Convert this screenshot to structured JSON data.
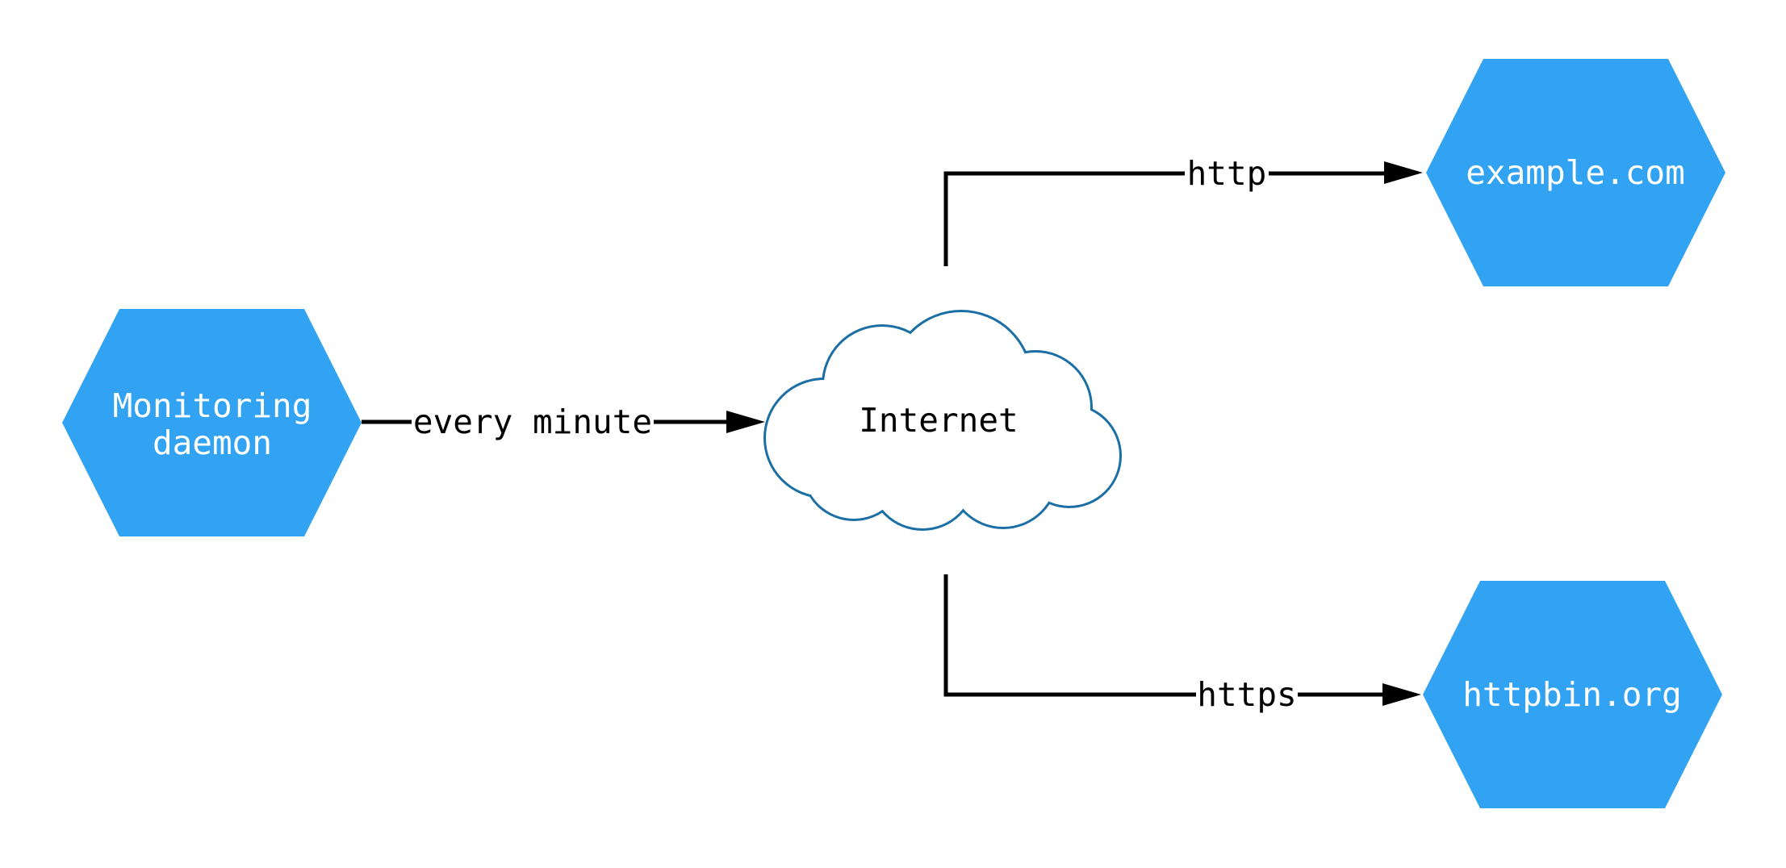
{
  "diagram": {
    "type": "network-monitoring-topology",
    "background_color": "#ffffff",
    "nodes": {
      "monitoring_daemon": {
        "label": "Monitoring daemon",
        "lines": [
          "Monitoring",
          "daemon"
        ],
        "shape": "hexagon",
        "fill": "#31a3f2",
        "text_color": "#ffffff"
      },
      "internet": {
        "label": "Internet",
        "shape": "cloud",
        "fill": "#ffffff",
        "stroke": "#1b6fa5",
        "text_color": "#000000"
      },
      "example_com": {
        "label": "example.com",
        "shape": "hexagon",
        "fill": "#31a3f2",
        "text_color": "#ffffff"
      },
      "httpbin_org": {
        "label": "httpbin.org",
        "shape": "hexagon",
        "fill": "#31a3f2",
        "text_color": "#ffffff"
      }
    },
    "edges": [
      {
        "from": "monitoring_daemon",
        "to": "internet",
        "label": "every minute",
        "color": "#000000"
      },
      {
        "from": "internet",
        "to": "example_com",
        "label": "http",
        "color": "#000000"
      },
      {
        "from": "internet",
        "to": "httpbin_org",
        "label": "https",
        "color": "#000000"
      }
    ]
  }
}
